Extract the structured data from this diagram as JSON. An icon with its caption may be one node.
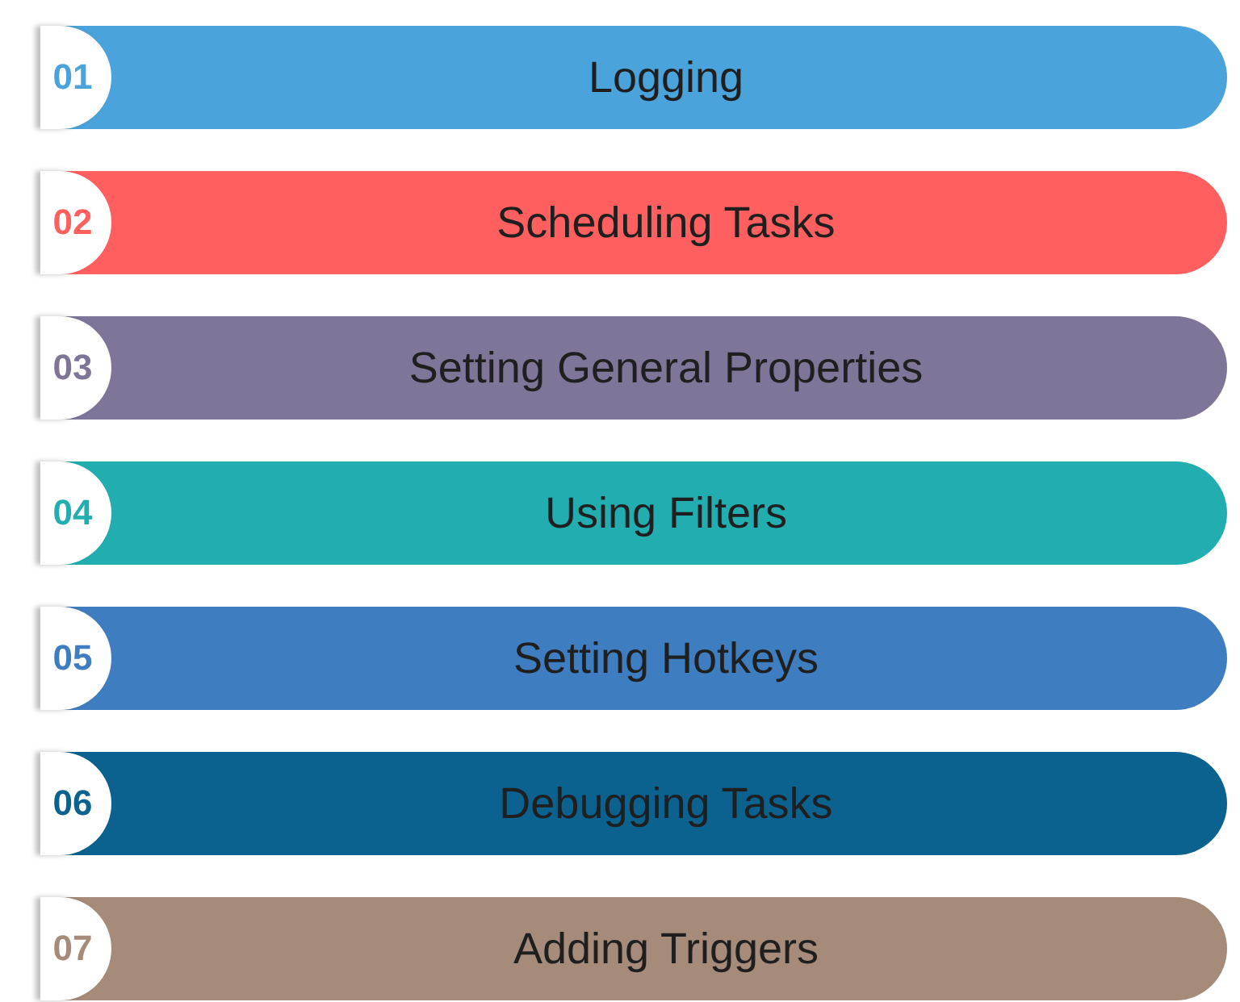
{
  "diagram": {
    "nodes": [
      {
        "text": [
          "01",
          "Logging"
        ]
      },
      {
        "text": [
          "02",
          "Scheduling Tasks"
        ]
      },
      {
        "text": [
          "03",
          "Setting General Properties"
        ]
      },
      {
        "text": [
          "04",
          "Using Filters"
        ]
      },
      {
        "text": [
          "05",
          "Setting Hotkeys"
        ]
      },
      {
        "text": [
          "06",
          "Debugging Tasks"
        ]
      },
      {
        "text": [
          "07",
          "Adding Triggers"
        ]
      }
    ]
  }
}
